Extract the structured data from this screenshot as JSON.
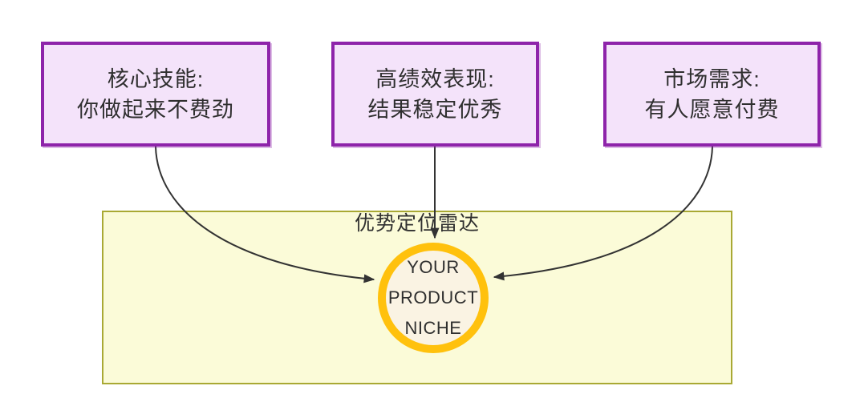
{
  "diagram": {
    "nodes": [
      {
        "line1": "核心技能:",
        "line2": "你做起来不费劲"
      },
      {
        "line1": "高绩效表现:",
        "line2": "结果稳定优秀"
      },
      {
        "line1": "市场需求:",
        "line2": "有人愿意付费"
      }
    ],
    "container": {
      "title": "优势定位雷达"
    },
    "niche": {
      "lines": [
        "YOUR",
        "PRODUCT",
        "NICHE"
      ]
    },
    "colors": {
      "node_border": "#8E24AA",
      "node_fill": "#F4E3FA",
      "container_border": "#A9A934",
      "container_fill": "#FBFBD8",
      "niche_ring": "#FFC10D",
      "niche_fill": "#FAF3E3",
      "edge": "#333333",
      "text": "#2F2F2F",
      "background": "#FFFFFF"
    }
  }
}
